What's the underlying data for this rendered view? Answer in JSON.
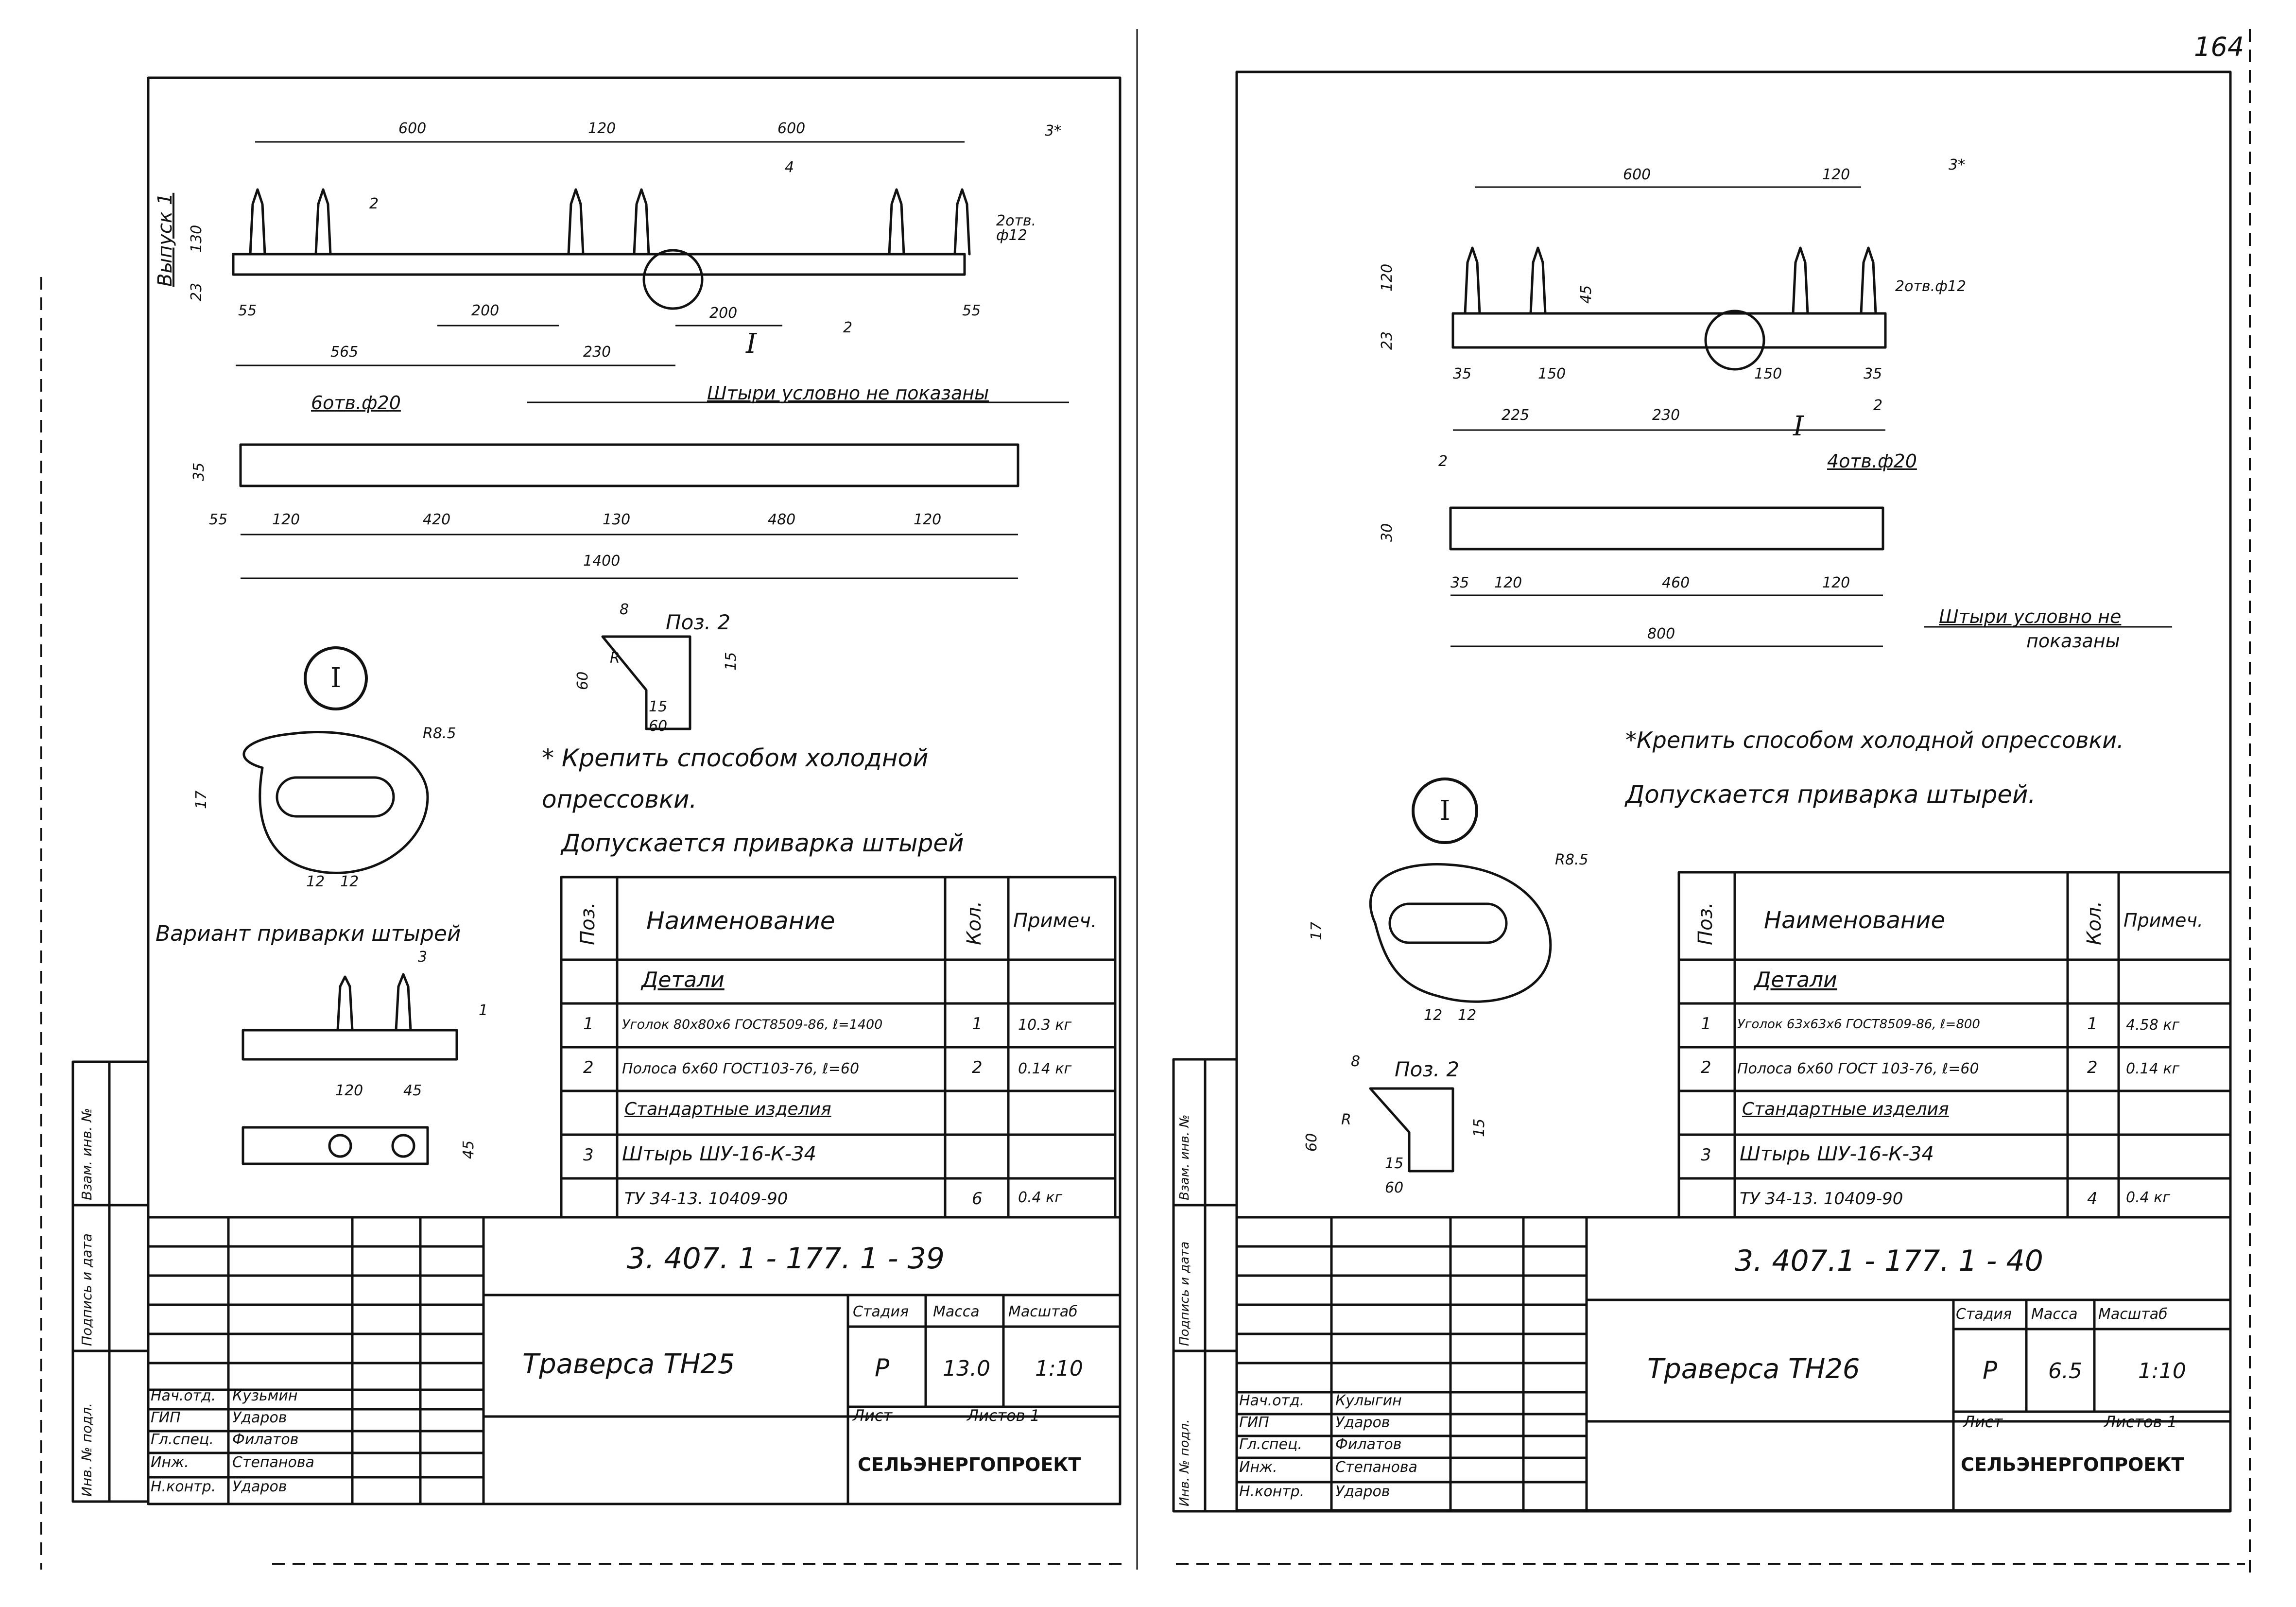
{
  "page_number": "164",
  "left": {
    "vypusk": "Выпуск 1",
    "dims_main": [
      "600",
      "120",
      "600"
    ],
    "dims_small": [
      "130",
      "23",
      "55",
      "55"
    ],
    "callouts": [
      "3*",
      "2отв.\nф12",
      "2",
      "4",
      "2"
    ],
    "dims_lower": [
      "200",
      "565",
      "230",
      "200"
    ],
    "section_mark": "I",
    "plan_note": "Штыри условно не показаны",
    "holes": "6отв.ф20",
    "plan_dims": [
      "35",
      "55",
      "120",
      "420",
      "130",
      "480",
      "120",
      "1400"
    ],
    "pos2_title": "Поз. 2",
    "pos2_dims": [
      "8",
      "60",
      "R",
      "15",
      "15",
      "60"
    ],
    "detail_mark": "I",
    "detail_dims": [
      "R8.5",
      "17",
      "12",
      "12"
    ],
    "weld_title": "Вариант приварки штырей",
    "weld_dims": [
      "3",
      "1",
      "120",
      "45",
      "45"
    ],
    "note1": "* Крепить способом холодной",
    "note1b": "опрессовки.",
    "note2": "Допускается приварка штырей",
    "spec": {
      "headers": [
        "Поз.",
        "Наименование",
        "Кол.",
        "Примеч."
      ],
      "rows": [
        [
          "",
          "Детали",
          "",
          ""
        ],
        [
          "1",
          "Уголок 80х80х6 ГОСТ8509-86, ℓ=1400",
          "1",
          "10.3 кг"
        ],
        [
          "2",
          "Полоса 6х60 ГОСТ103-76, ℓ=60",
          "2",
          "0.14 кг"
        ],
        [
          "",
          "Стандартные изделия",
          "",
          ""
        ],
        [
          "3",
          "Штырь ШУ-16-К-34",
          "",
          ""
        ],
        [
          "",
          "ТУ 34-13. 10409-90",
          "6",
          "0.4 кг"
        ]
      ]
    },
    "side_labels": [
      "Инв. № подл.",
      "Подпись и дата",
      "Взам. инв. №"
    ],
    "title_block": {
      "code": "3. 407. 1 - 177. 1 - 39",
      "name": "Траверса ТН25",
      "stage_h": "Стадия",
      "mass_h": "Масса",
      "scale_h": "Масштаб",
      "stage": "Р",
      "mass": "13.0",
      "scale": "1:10",
      "sheet": "Лист",
      "sheets": "Листов 1",
      "org": "СЕЛЬЭНЕРГОПРОЕКТ",
      "roles": [
        "Нач.отд.",
        "ГИП",
        "Гл.спец.",
        "Инж.",
        "Н.контр."
      ],
      "names": [
        "Кузьмин",
        "Ударов",
        "Филатов",
        "Степанова",
        "Ударов"
      ]
    }
  },
  "right": {
    "dims_main": [
      "600",
      "120"
    ],
    "callouts": [
      "3*",
      "2отв.ф12",
      "2",
      "2"
    ],
    "dims_small": [
      "120",
      "23",
      "45",
      "35",
      "35"
    ],
    "dims_lower": [
      "150",
      "150",
      "225",
      "230"
    ],
    "section_mark": "I",
    "holes": "4отв.ф20",
    "plan_dims": [
      "30",
      "35",
      "120",
      "460",
      "120",
      "800"
    ],
    "plan_note_1": "Штыри условно не",
    "plan_note_2": "показаны",
    "note1": "*Крепить способом холодной опрессовки.",
    "note2": "Допускается приварка штырей.",
    "detail_mark": "I",
    "detail_dims": [
      "R8.5",
      "17",
      "12",
      "12"
    ],
    "pos2_title": "Поз. 2",
    "pos2_dims": [
      "8",
      "60",
      "R",
      "15",
      "15",
      "60"
    ],
    "spec": {
      "headers": [
        "Поз.",
        "Наименование",
        "Кол.",
        "Примеч."
      ],
      "rows": [
        [
          "",
          "Детали",
          "",
          ""
        ],
        [
          "1",
          "Уголок 63х63х6 ГОСТ8509-86, ℓ=800",
          "1",
          "4.58 кг"
        ],
        [
          "2",
          "Полоса 6х60 ГОСТ 103-76, ℓ=60",
          "2",
          "0.14 кг"
        ],
        [
          "",
          "Стандартные изделия",
          "",
          ""
        ],
        [
          "3",
          "Штырь ШУ-16-К-34",
          "",
          ""
        ],
        [
          "",
          "ТУ 34-13. 10409-90",
          "4",
          "0.4 кг"
        ]
      ]
    },
    "side_labels": [
      "Инв. № подл.",
      "Подпись и дата",
      "Взам. инв. №"
    ],
    "title_block": {
      "code": "3. 407.1 - 177. 1 - 40",
      "name": "Траверса ТН26",
      "stage_h": "Стадия",
      "mass_h": "Масса",
      "scale_h": "Масштаб",
      "stage": "Р",
      "mass": "6.5",
      "scale": "1:10",
      "sheet": "Лист",
      "sheets": "Листов 1",
      "org": "СЕЛЬЭНЕРГОПРОЕКТ",
      "roles": [
        "Нач.отд.",
        "ГИП",
        "Гл.спец.",
        "Инж.",
        "Н.контр."
      ],
      "names": [
        "Кулыгин",
        "Ударов",
        "Филатов",
        "Степанова",
        "Ударов"
      ]
    }
  }
}
